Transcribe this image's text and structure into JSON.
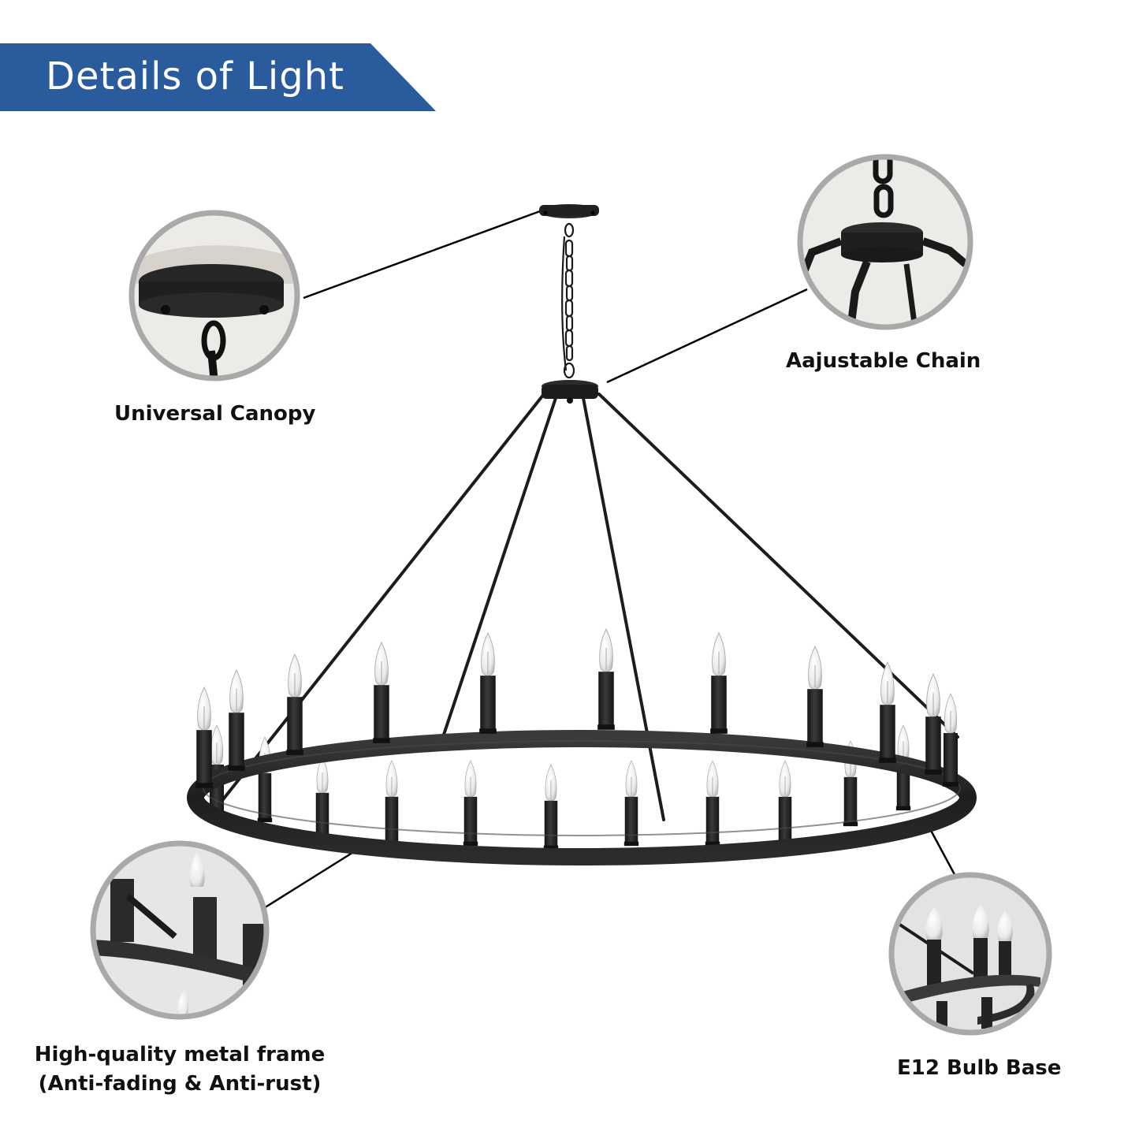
{
  "banner": {
    "title": "Details of Light",
    "color": "#2a5b9c"
  },
  "product": {
    "type": "wagon-wheel chandelier",
    "finish_color": "#1c1c1c",
    "candle_count": 24
  },
  "callouts": [
    {
      "id": "canopy",
      "label": "Universal Canopy"
    },
    {
      "id": "chain",
      "label": "Aajustable Chain"
    },
    {
      "id": "frame",
      "label_line1": "High-quality metal frame",
      "label_line2": "(Anti-fading & Anti-rust)"
    },
    {
      "id": "bulb",
      "label": "E12 Bulb Base"
    }
  ],
  "colors": {
    "callout_ring": "#a9a9a9",
    "callout_fill": "#e6e6e4",
    "leader_line": "#000000",
    "label_text": "#111111"
  }
}
